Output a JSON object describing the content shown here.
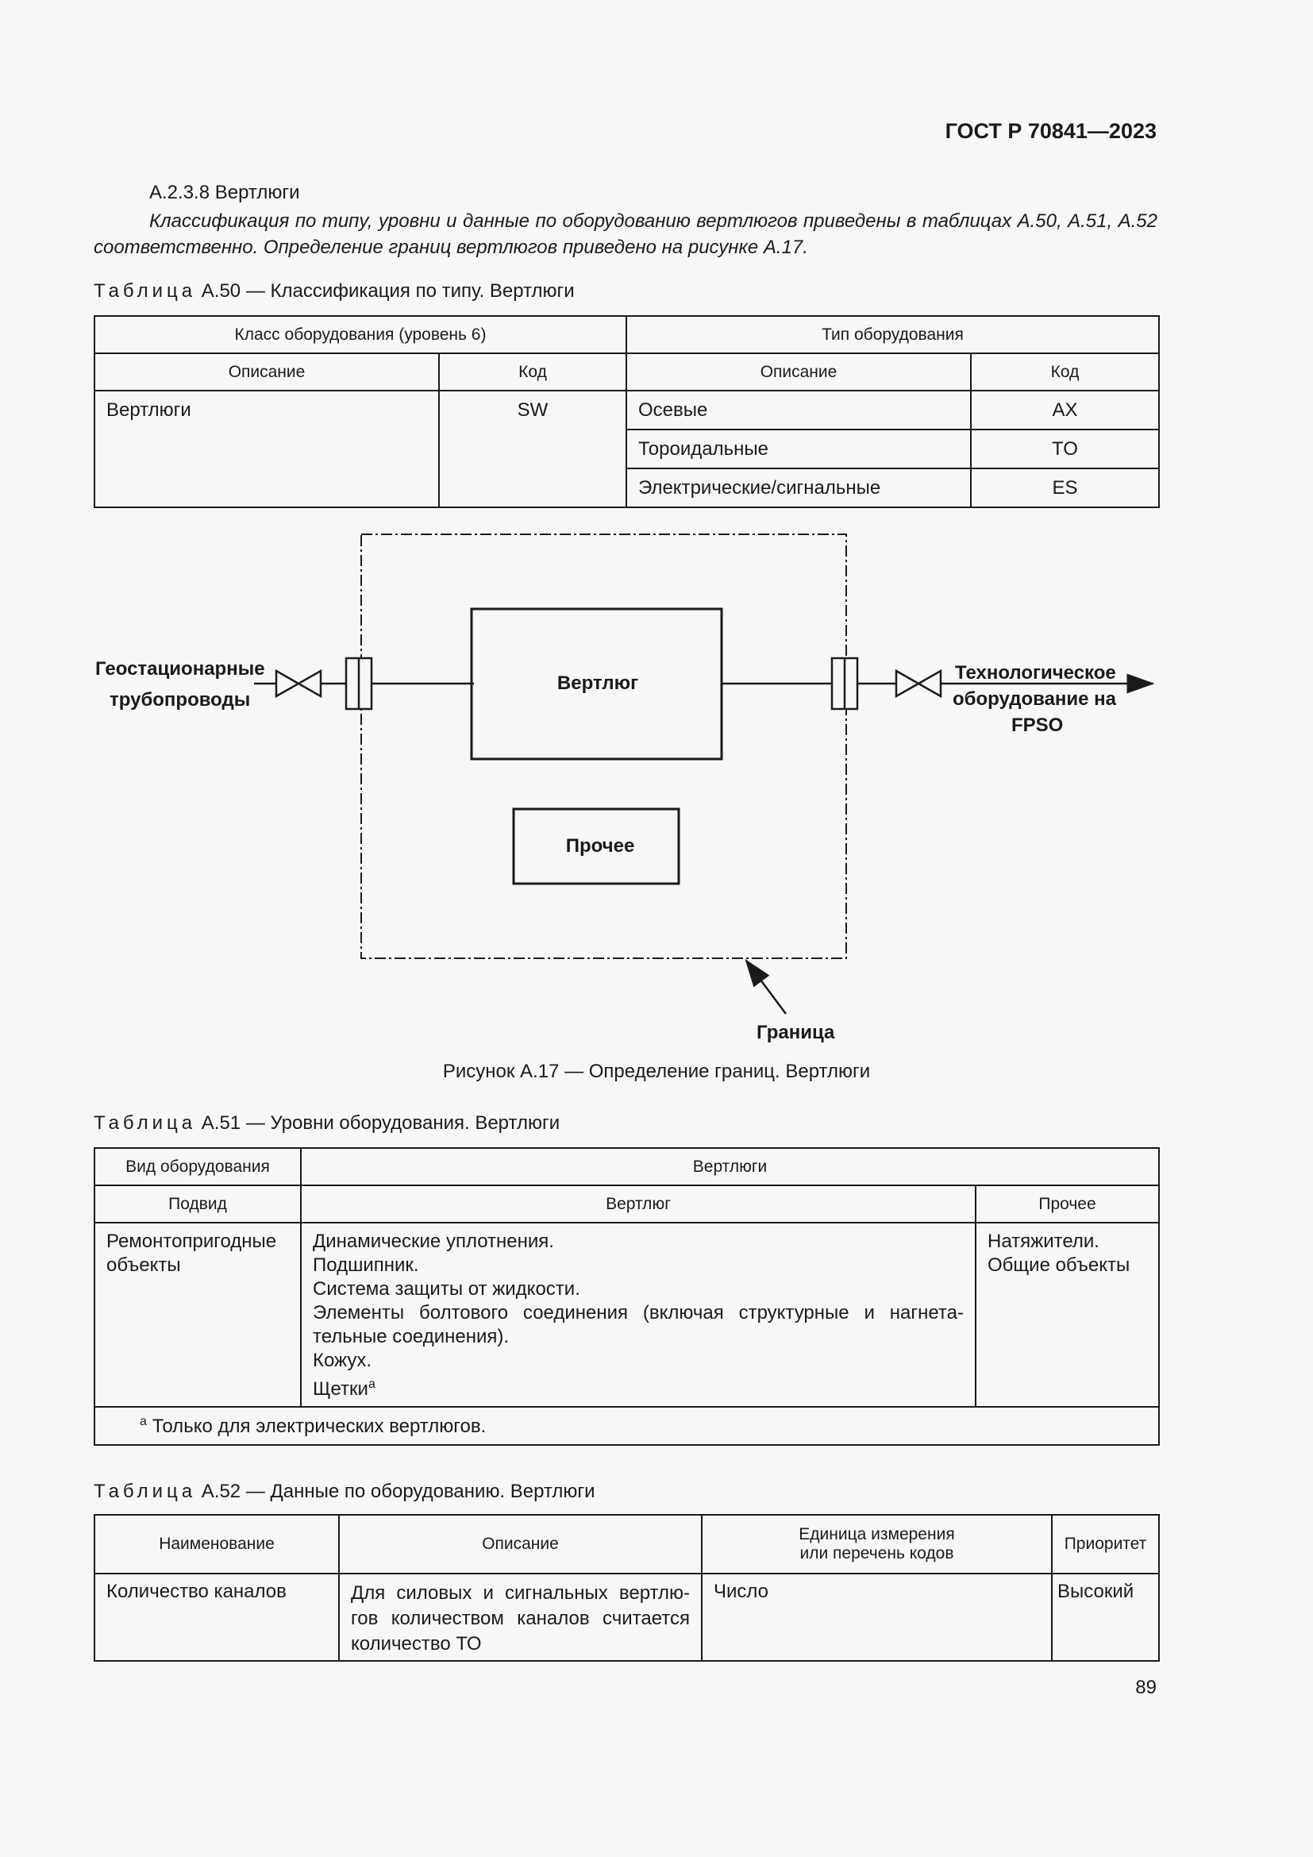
{
  "header": {
    "doc_code": "ГОСТ Р 70841—2023"
  },
  "section": {
    "number_title": "А.2.3.8 Вертлюги",
    "paragraph": "Классификация по типу, уровни и данные по оборудованию вертлюгов приведены в таблицах А.50, А.51, А.52 соответственно. Определение границ вертлюгов приведено на рисунке А.17."
  },
  "table50": {
    "caption_label": "Таблица",
    "caption_text": "А.50 — Классификация по типу. Вертлюги",
    "h_class": "Класс оборудования (уровень 6)",
    "h_type": "Тип оборудования",
    "h_desc1": "Описание",
    "h_code1": "Код",
    "h_desc2": "Описание",
    "h_code2": "Код",
    "class_desc": "Вертлюги",
    "class_code": "SW",
    "rows": [
      {
        "desc": "Осевые",
        "code": "AX"
      },
      {
        "desc": "Тороидальные",
        "code": "TO"
      },
      {
        "desc": "Электрические/сигнальные",
        "code": "ES"
      }
    ]
  },
  "figure": {
    "left_label_1": "Геостационарные",
    "left_label_2": "трубопроводы",
    "right_label_1": "Технологическое",
    "right_label_2": "оборудование на",
    "right_label_3": "FPSO",
    "swivel": "Вертлюг",
    "other": "Прочее",
    "boundary": "Граница",
    "caption": "Рисунок А.17 — Определение границ. Вертлюги"
  },
  "table51": {
    "caption_label": "Таблица",
    "caption_text": "А.51 — Уровни оборудования. Вертлюги",
    "h_kind": "Вид оборудования",
    "h_swivels": "Вертлюги",
    "h_subtype": "Подвид",
    "h_swivel": "Вертлюг",
    "h_other": "Прочее",
    "row_label": "Ремонтопригодные объекты",
    "swivel_items": [
      "Динамические уплотнения.",
      "Подшипник.",
      "Система защиты от жидкости.",
      "Элементы болтового соединения (включая структурные и нагнета-",
      "тельные соединения).",
      "Кожух.",
      "Щетки"
    ],
    "brush_sup": "a",
    "other_items": [
      "Натяжители.",
      "Общие объекты"
    ],
    "footnote_sup": "a",
    "footnote": "Только для электрических вертлюгов."
  },
  "table52": {
    "caption_label": "Таблица",
    "caption_text": "А.52 — Данные по оборудованию. Вертлюги",
    "h_name": "Наименование",
    "h_desc": "Описание",
    "h_unit_1": "Единица измерения",
    "h_unit_2": "или перечень кодов",
    "h_priority": "Приоритет",
    "row_name": "Количество каналов",
    "row_desc_1": "Для силовых и сигнальных вертлю-",
    "row_desc_2": "гов количеством каналов считается",
    "row_desc_3": "количество ТО",
    "row_unit": "Число",
    "row_priority": "Высокий"
  },
  "page_number": "89"
}
